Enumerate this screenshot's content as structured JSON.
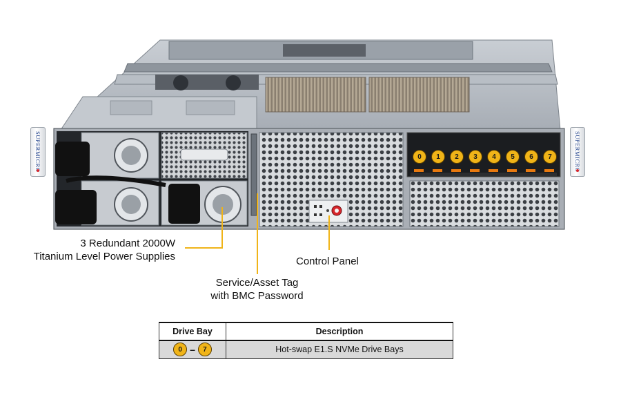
{
  "brand": "SUPERMICRO",
  "drive_bay_numbers": [
    "0",
    "1",
    "2",
    "3",
    "4",
    "5",
    "6",
    "7"
  ],
  "callouts": {
    "power_supplies": {
      "line1": "3 Redundant  2000W",
      "line2": "Titanium  Level Power Supplies"
    },
    "control_panel": "Control Panel",
    "service_tag": {
      "line1": "Service/Asset Tag",
      "line2": "with BMC Password"
    }
  },
  "table": {
    "headers": [
      "Drive Bay",
      "Description"
    ],
    "row": {
      "range_start": "0",
      "range_sep": "–",
      "range_end": "7",
      "description": "Hot-swap  E1.S NVMe Drive  Bays"
    }
  },
  "colors": {
    "accent": "#f0b418",
    "leader": "#f0b418",
    "chassis": "#b9bec5",
    "brand_dot": "#d8262c"
  }
}
